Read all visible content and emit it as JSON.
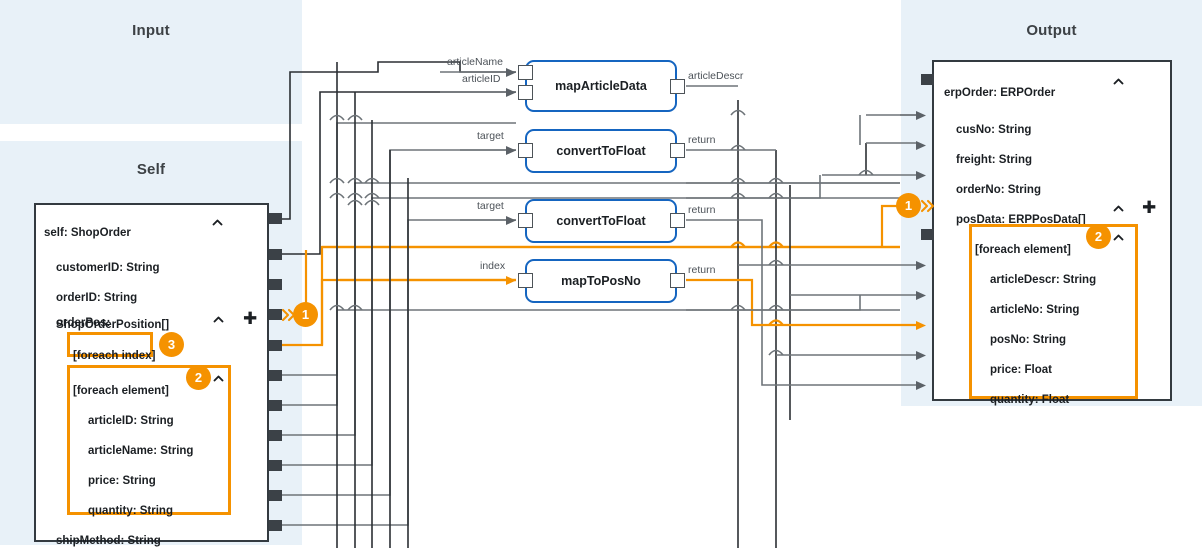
{
  "panels": {
    "input": {
      "title": "Input"
    },
    "self": {
      "title": "Self"
    },
    "output": {
      "title": "Output"
    }
  },
  "colors": {
    "panel_bg": "#e8f1f8",
    "accent_orange": "#f59200",
    "node_border": "#333a40",
    "function_border": "#1565c0",
    "wire_gray": "#6e7479",
    "wire_dark": "#2b2f33"
  },
  "self_node": {
    "header": "self: ShopOrder",
    "collapse_icon": "chevron-up-icon",
    "fields": [
      {
        "label": "customerID: String",
        "indent": 1
      },
      {
        "label": "orderID: String",
        "indent": 1
      },
      {
        "label": "orderPos:",
        "label2": "ShopOrderPosition[]",
        "indent": 1,
        "collapse_icon": "chevron-up-icon",
        "add_icon": "plus-icon"
      },
      {
        "label": "[foreach index]",
        "indent": 2,
        "highlighted": true,
        "badge": "3"
      },
      {
        "label": "[foreach element]",
        "indent": 2,
        "highlighted": true,
        "badge": "2",
        "collapse_icon": "chevron-up-icon"
      },
      {
        "label": "articleID: String",
        "indent": 3
      },
      {
        "label": "articleName: String",
        "indent": 3
      },
      {
        "label": "price: String",
        "indent": 3
      },
      {
        "label": "quantity: String",
        "indent": 3
      },
      {
        "label": "shipMethod: String",
        "indent": 1
      }
    ],
    "array_badge": "1"
  },
  "output_node": {
    "header": "erpOrder: ERPOrder",
    "collapse_icon": "chevron-up-icon",
    "fields": [
      {
        "label": "cusNo: String",
        "indent": 1
      },
      {
        "label": "freight: String",
        "indent": 1
      },
      {
        "label": "orderNo: String",
        "indent": 1
      },
      {
        "label": "posData: ERPPosData[]",
        "indent": 1,
        "collapse_icon": "chevron-up-icon",
        "add_icon": "plus-icon",
        "badge": "1"
      },
      {
        "label": "[foreach element]",
        "indent": 2,
        "highlighted": true,
        "badge": "2",
        "collapse_icon": "chevron-up-icon"
      },
      {
        "label": "articleDescr: String",
        "indent": 3
      },
      {
        "label": "articleNo: String",
        "indent": 3
      },
      {
        "label": "posNo: String",
        "indent": 3
      },
      {
        "label": "price: Float",
        "indent": 3
      },
      {
        "label": "quantity: Float",
        "indent": 3
      }
    ]
  },
  "functions": [
    {
      "name": "mapArticleData",
      "inputs": [
        "articleName",
        "articleID"
      ],
      "outputs": [
        "articleDescr"
      ]
    },
    {
      "name": "convertToFloat",
      "inputs": [
        "target"
      ],
      "outputs": [
        "return"
      ]
    },
    {
      "name": "convertToFloat",
      "inputs": [
        "target"
      ],
      "outputs": [
        "return"
      ]
    },
    {
      "name": "mapToPosNo",
      "inputs": [
        "index"
      ],
      "outputs": [
        "return"
      ]
    }
  ]
}
